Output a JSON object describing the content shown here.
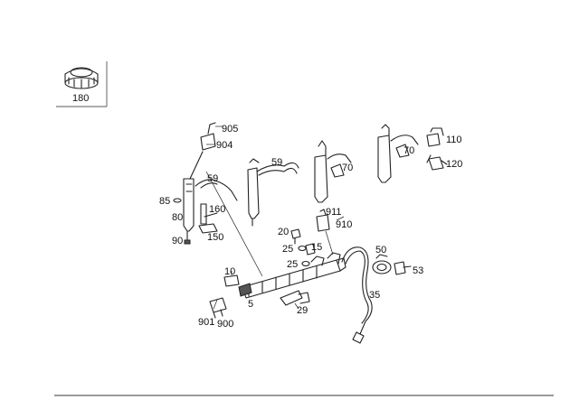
{
  "inset": {
    "label": "180"
  },
  "callouts": [
    {
      "id": "905",
      "text": "905"
    },
    {
      "id": "904",
      "text": "904"
    },
    {
      "id": "59a",
      "text": "59"
    },
    {
      "id": "59b",
      "text": "59"
    },
    {
      "id": "70a",
      "text": "70"
    },
    {
      "id": "70b",
      "text": "70"
    },
    {
      "id": "110",
      "text": "110"
    },
    {
      "id": "120",
      "text": "120"
    },
    {
      "id": "85",
      "text": "85"
    },
    {
      "id": "160",
      "text": "160"
    },
    {
      "id": "80",
      "text": "80"
    },
    {
      "id": "90",
      "text": "90"
    },
    {
      "id": "150",
      "text": "150"
    },
    {
      "id": "911",
      "text": "911"
    },
    {
      "id": "910",
      "text": "910"
    },
    {
      "id": "20",
      "text": "20"
    },
    {
      "id": "25a",
      "text": "25"
    },
    {
      "id": "15",
      "text": "15"
    },
    {
      "id": "25b",
      "text": "25"
    },
    {
      "id": "50",
      "text": "50"
    },
    {
      "id": "53",
      "text": "53"
    },
    {
      "id": "10",
      "text": "10"
    },
    {
      "id": "35",
      "text": "35"
    },
    {
      "id": "5",
      "text": "5"
    },
    {
      "id": "29",
      "text": "29"
    },
    {
      "id": "901",
      "text": "901"
    },
    {
      "id": "900",
      "text": "900"
    }
  ]
}
